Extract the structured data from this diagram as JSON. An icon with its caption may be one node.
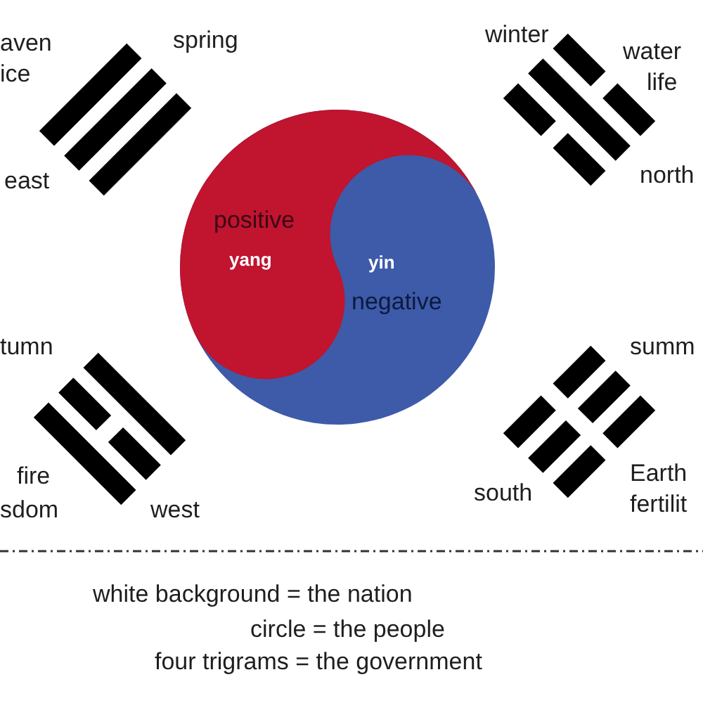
{
  "diagram": {
    "labels": [
      "aven",
      "spring",
      "winter",
      "water",
      "ice",
      "life",
      "east",
      "north",
      "positive",
      "yang",
      "yin",
      "negative",
      "tumn",
      "summ",
      "fire",
      "Earth",
      "sdom",
      "south",
      "west",
      "fertilit",
      "white background = the nation",
      "circle = the people",
      "four trigrams = the government"
    ]
  }
}
